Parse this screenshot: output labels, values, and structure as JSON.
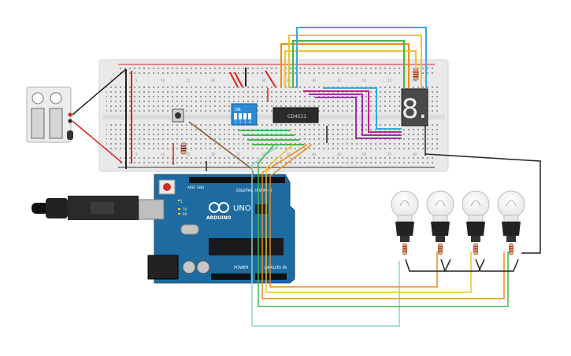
{
  "circuit": {
    "ic_label": "CD4511",
    "dip_switch": {
      "label": "ON",
      "positions": [
        "1",
        "2",
        "3",
        "4"
      ]
    },
    "seven_segment": {
      "digit": "8."
    },
    "arduino": {
      "board_name": "ARDUINO",
      "model": "UNO",
      "digital_label": "DIGITAL (PWM~)",
      "power_label": "POWER",
      "analog_label": "ANALOG IN",
      "tx_label": "TX",
      "rx_label": "RX",
      "l_label": "L",
      "aref_label": "AREF",
      "gnd_label": "GND"
    },
    "breadboard_row_numbers": [
      "1",
      "5",
      "10",
      "15",
      "20",
      "25",
      "30",
      "35",
      "40",
      "45",
      "50",
      "55",
      "60"
    ],
    "bulb_count": 4,
    "colors": {
      "wire_red": "#e02020",
      "wire_black": "#222222",
      "wire_orange": "#f08a1c",
      "wire_yellow": "#ecc526",
      "wire_green": "#42b84a",
      "wire_cyan": "#3aa9d6",
      "wire_purple": "#9a33a6",
      "wire_magenta": "#c2208a",
      "wire_brown": "#8a5a2b",
      "arduino_blue": "#1d6ba0",
      "breadboard": "#e9e9e9",
      "dip_switch": "#2a8ad6"
    }
  }
}
